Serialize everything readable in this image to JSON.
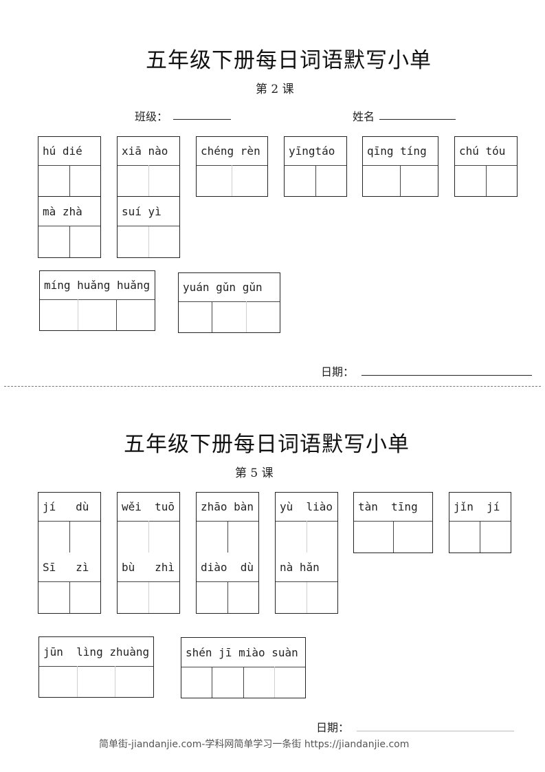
{
  "sheets": [
    {
      "title": "五年级下册每日词语默写小单",
      "lesson": "第 2 课",
      "class_label": "班级：",
      "name_label": "姓名",
      "date_label": "日期：",
      "words": [
        {
          "pinyin": "hú dié",
          "chars": 2
        },
        {
          "pinyin": "xiā nào",
          "chars": 2
        },
        {
          "pinyin": "chéng rèn",
          "chars": 2
        },
        {
          "pinyin": "yīngtáo",
          "chars": 2
        },
        {
          "pinyin": "qīng tíng",
          "chars": 2
        },
        {
          "pinyin": "chú tóu",
          "chars": 2
        },
        {
          "pinyin": "mà zhà",
          "chars": 2
        },
        {
          "pinyin": "suí yì",
          "chars": 2
        },
        {
          "pinyin": "míng huǎng huǎng",
          "chars": 3
        },
        {
          "pinyin": "yuán gǔn gǔn",
          "chars": 3
        }
      ]
    },
    {
      "title": "五年级下册每日词语默写小单",
      "lesson": "第 5 课",
      "date_label": "日期：",
      "words": [
        {
          "pinyin": "jí   dù",
          "chars": 2
        },
        {
          "pinyin": "wěi  tuō",
          "chars": 2
        },
        {
          "pinyin": "zhāo bàn",
          "chars": 2
        },
        {
          "pinyin": "yù  liào",
          "chars": 2
        },
        {
          "pinyin": "tàn  tīng",
          "chars": 2
        },
        {
          "pinyin": "jǐn  jí",
          "chars": 2
        },
        {
          "pinyin": "Sī   zì",
          "chars": 2
        },
        {
          "pinyin": "bù   zhì",
          "chars": 2
        },
        {
          "pinyin": "diào  dù",
          "chars": 2
        },
        {
          "pinyin": "nà hǎn",
          "chars": 2
        },
        {
          "pinyin": "jūn  lìng zhuàng",
          "chars": 3
        },
        {
          "pinyin": "shén jī miào suàn",
          "chars": 4
        }
      ]
    }
  ],
  "footer": {
    "text": "简单街-jiandanjie.com-学科网简单学习一条街 https://jiandanjie.com"
  },
  "colors": {
    "divider": "#c0392b",
    "ink": "#222222"
  }
}
